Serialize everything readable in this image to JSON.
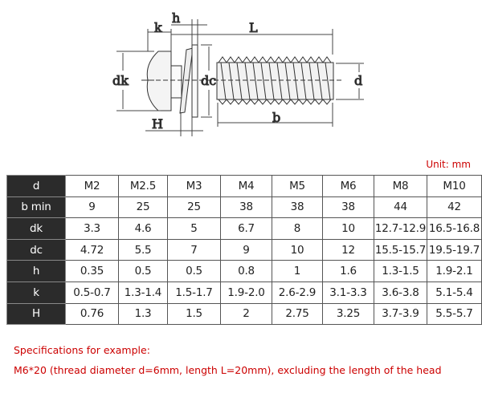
{
  "drawing": {
    "labels": {
      "k": "k",
      "h": "h",
      "L": "L",
      "dk": "dk",
      "dc": "dc",
      "d": "d",
      "b": "b",
      "H": "H"
    }
  },
  "unit": "Unit: mm",
  "table": {
    "rows": [
      {
        "label": "d",
        "values": [
          "M2",
          "M2.5",
          "M3",
          "M4",
          "M5",
          "M6",
          "M8",
          "M10"
        ]
      },
      {
        "label": "b min",
        "values": [
          "9",
          "25",
          "25",
          "38",
          "38",
          "38",
          "44",
          "42"
        ]
      },
      {
        "label": "dk",
        "values": [
          "3.3",
          "4.6",
          "5",
          "6.7",
          "8",
          "10",
          "12.7-12.9",
          "16.5-16.8"
        ]
      },
      {
        "label": "dc",
        "values": [
          "4.72",
          "5.5",
          "7",
          "9",
          "10",
          "12",
          "15.5-15.7",
          "19.5-19.7"
        ]
      },
      {
        "label": "h",
        "values": [
          "0.35",
          "0.5",
          "0.5",
          "0.8",
          "1",
          "1.6",
          "1.3-1.5",
          "1.9-2.1"
        ]
      },
      {
        "label": "k",
        "values": [
          "0.5-0.7",
          "1.3-1.4",
          "1.5-1.7",
          "1.9-2.0",
          "2.6-2.9",
          "3.1-3.3",
          "3.6-3.8",
          "5.1-5.4"
        ]
      },
      {
        "label": "H",
        "values": [
          "0.76",
          "1.3",
          "1.5",
          "2",
          "2.75",
          "3.25",
          "3.7-3.9",
          "5.5-5.7"
        ]
      }
    ]
  },
  "notes": {
    "title": "Specifications for example:",
    "example": "M6*20 (thread diameter d=6mm, length L=20mm), excluding the length of the head"
  }
}
